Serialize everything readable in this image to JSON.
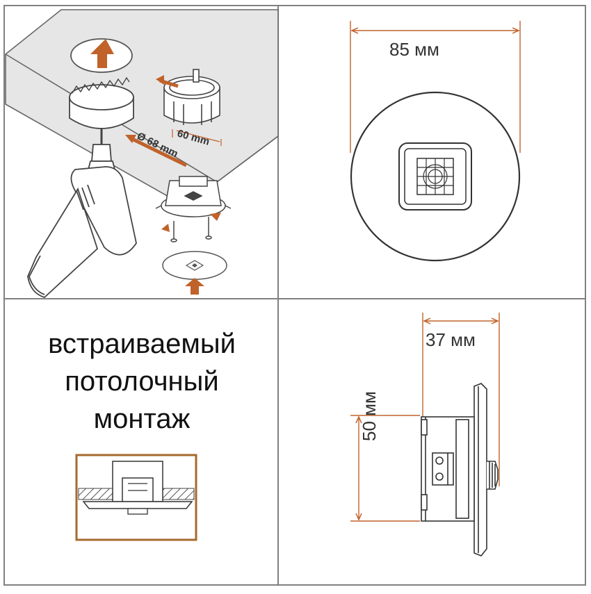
{
  "install_illustration": {
    "hole_diameter": "Ø 68 mm",
    "box_depth": "60 mm"
  },
  "front_view": {
    "width_label": "85 мм"
  },
  "side_view": {
    "depth_label": "37 мм",
    "height_label": "50 мм"
  },
  "mounting": {
    "line1": "встраиваемый",
    "line2": "потолочный",
    "line3": "монтаж"
  },
  "colors": {
    "accent": "#c0622a",
    "line": "#333333",
    "frame": "#a66a2c",
    "ceiling": "#e6e6e6"
  }
}
